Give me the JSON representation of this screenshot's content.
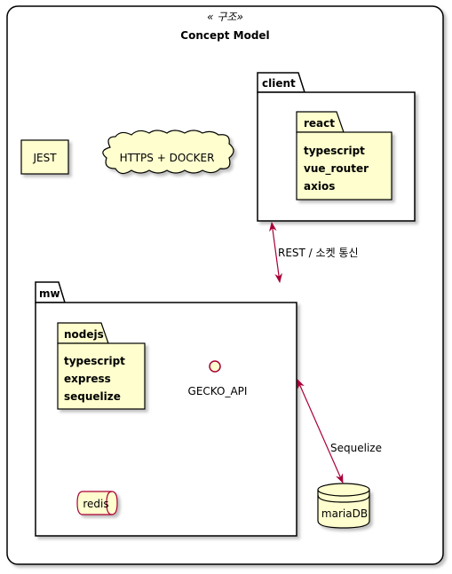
{
  "frame": {
    "stereotype": "« 구조»",
    "title": "Concept Model"
  },
  "nodes": {
    "jest": "JEST",
    "cloud": "HTTPS + DOCKER",
    "client": {
      "label": "client"
    },
    "react": {
      "label": "react",
      "items": [
        "typescript",
        "vue_router",
        "axios"
      ]
    },
    "mw": {
      "label": "mw"
    },
    "nodejs": {
      "label": "nodejs",
      "items": [
        "typescript",
        "express",
        "sequelize"
      ]
    },
    "gecko": "GECKO_API",
    "redis": "redis",
    "mariadb": "mariaDB"
  },
  "edges": {
    "rest": "REST / 소켓 통신",
    "sequelize": "Sequelize"
  },
  "colors": {
    "fill": "#FEFECE",
    "stroke": "#000000",
    "db_stroke": "#A80036",
    "arrow": "#A80036"
  }
}
